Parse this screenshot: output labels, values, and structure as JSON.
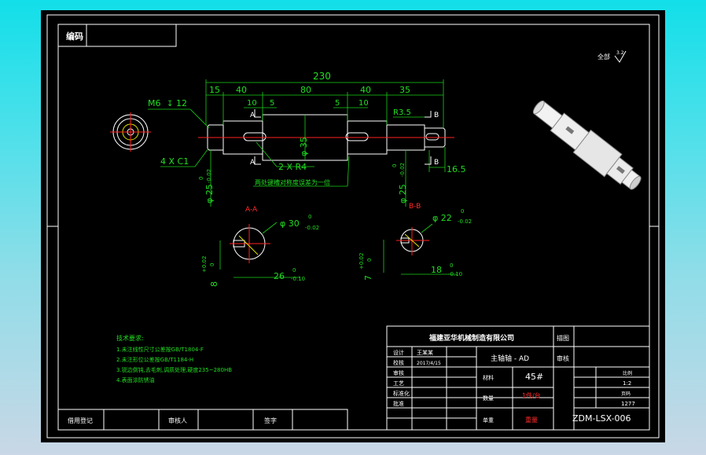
{
  "top_box": {
    "label": "编码"
  },
  "roughness": {
    "label": "全部",
    "value": "3.2"
  },
  "dims": {
    "overall": "230",
    "d15": "15",
    "d40a": "40",
    "d80": "80",
    "d40b": "40",
    "d35": "35",
    "d10a": "10",
    "d5a": "5",
    "d5b": "5",
    "d10b": "10",
    "thread": "M6",
    "thread_depth": "12",
    "r35": "R3.5",
    "dia35": "φ 35",
    "chamfer": "4 X C1",
    "radius": "2 X R4",
    "left_dia": "φ 25",
    "right_dia": "φ 25",
    "tol_zero": "0",
    "tol_neg": "-0.02",
    "len165": "16.5"
  },
  "note_label": "两处键槽对称度误差为一倍",
  "section_aa": {
    "title": "A-A",
    "dia": "φ 30",
    "tol_zero": "0",
    "tol_neg": "-0.02",
    "width": "8",
    "width_tol": "+0.02",
    "width_tol0": "0",
    "depth": "26",
    "depth_tol0": "0",
    "depth_tol": "-0.10"
  },
  "section_bb": {
    "title": "B-B",
    "dia": "φ 22",
    "tol_zero": "0",
    "tol_neg": "-0.02",
    "width": "7",
    "width_tol": "+0.02",
    "width_tol0": "0",
    "depth": "18",
    "depth_tol0": "0",
    "depth_tol": "-0.10"
  },
  "tech_notes": {
    "title": "技术要求:",
    "lines": [
      "1.未注线性尺寸公差按GB/T1804-F",
      "2.未注形位公差按GB/T1184-H",
      "3.锐边倒钝,去毛刺,调质处理,硬度235~280HB",
      "4.表面涂防锈油"
    ]
  },
  "bottom_bar": {
    "cells": [
      "借用登记",
      "",
      "审核人",
      "",
      "签字",
      ""
    ]
  },
  "title_block": {
    "company": "福建亚华机械制造有限公司",
    "part_name": "主轴轴 - AD",
    "material": "45#",
    "quantity": "1件/台",
    "weight": "重量",
    "row_labels": [
      "设计",
      "校核",
      "审核",
      "工艺",
      "标准化",
      "批准"
    ],
    "designer": "王某某",
    "date": "2017/4/15",
    "mat_label": "材料",
    "qty_label": "数量",
    "unit_label": "单重",
    "right_labels": [
      "描图",
      "审核"
    ],
    "scale_label": "比例",
    "scale": "1:2",
    "sheet_label": "页码",
    "sheet": "1277",
    "drawing_no": "ZDM-LSX-006"
  }
}
